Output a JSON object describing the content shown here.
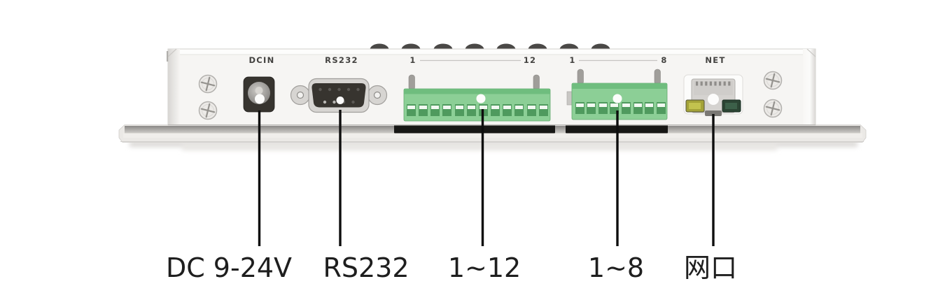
{
  "diagram": {
    "panel_labels": {
      "dcin": "DCIN",
      "rs232": "RS232",
      "terminal12_first": "1",
      "terminal12_last": "12",
      "terminal8_first": "1",
      "terminal8_last": "8",
      "net": "NET"
    },
    "callouts": [
      {
        "port": "dc-power-jack",
        "label": "DC 9-24V"
      },
      {
        "port": "rs232-connector",
        "label": "RS232"
      },
      {
        "port": "terminal-block-12",
        "label": "1~12"
      },
      {
        "port": "terminal-block-8",
        "label": "1~8"
      },
      {
        "port": "ethernet-port",
        "label": "网口"
      }
    ],
    "ports": {
      "terminal_block_1_positions": 12,
      "terminal_block_2_positions": 8
    },
    "colors": {
      "terminal_green": "#8ccf96",
      "terminal_green_dark": "#6fbd7e",
      "connector_dark": "#37342f",
      "led_left": "#c2c24e",
      "led_right": "#3c6049",
      "callout_line": "#0e0e0e",
      "label_text": "#1e1e1e"
    }
  }
}
